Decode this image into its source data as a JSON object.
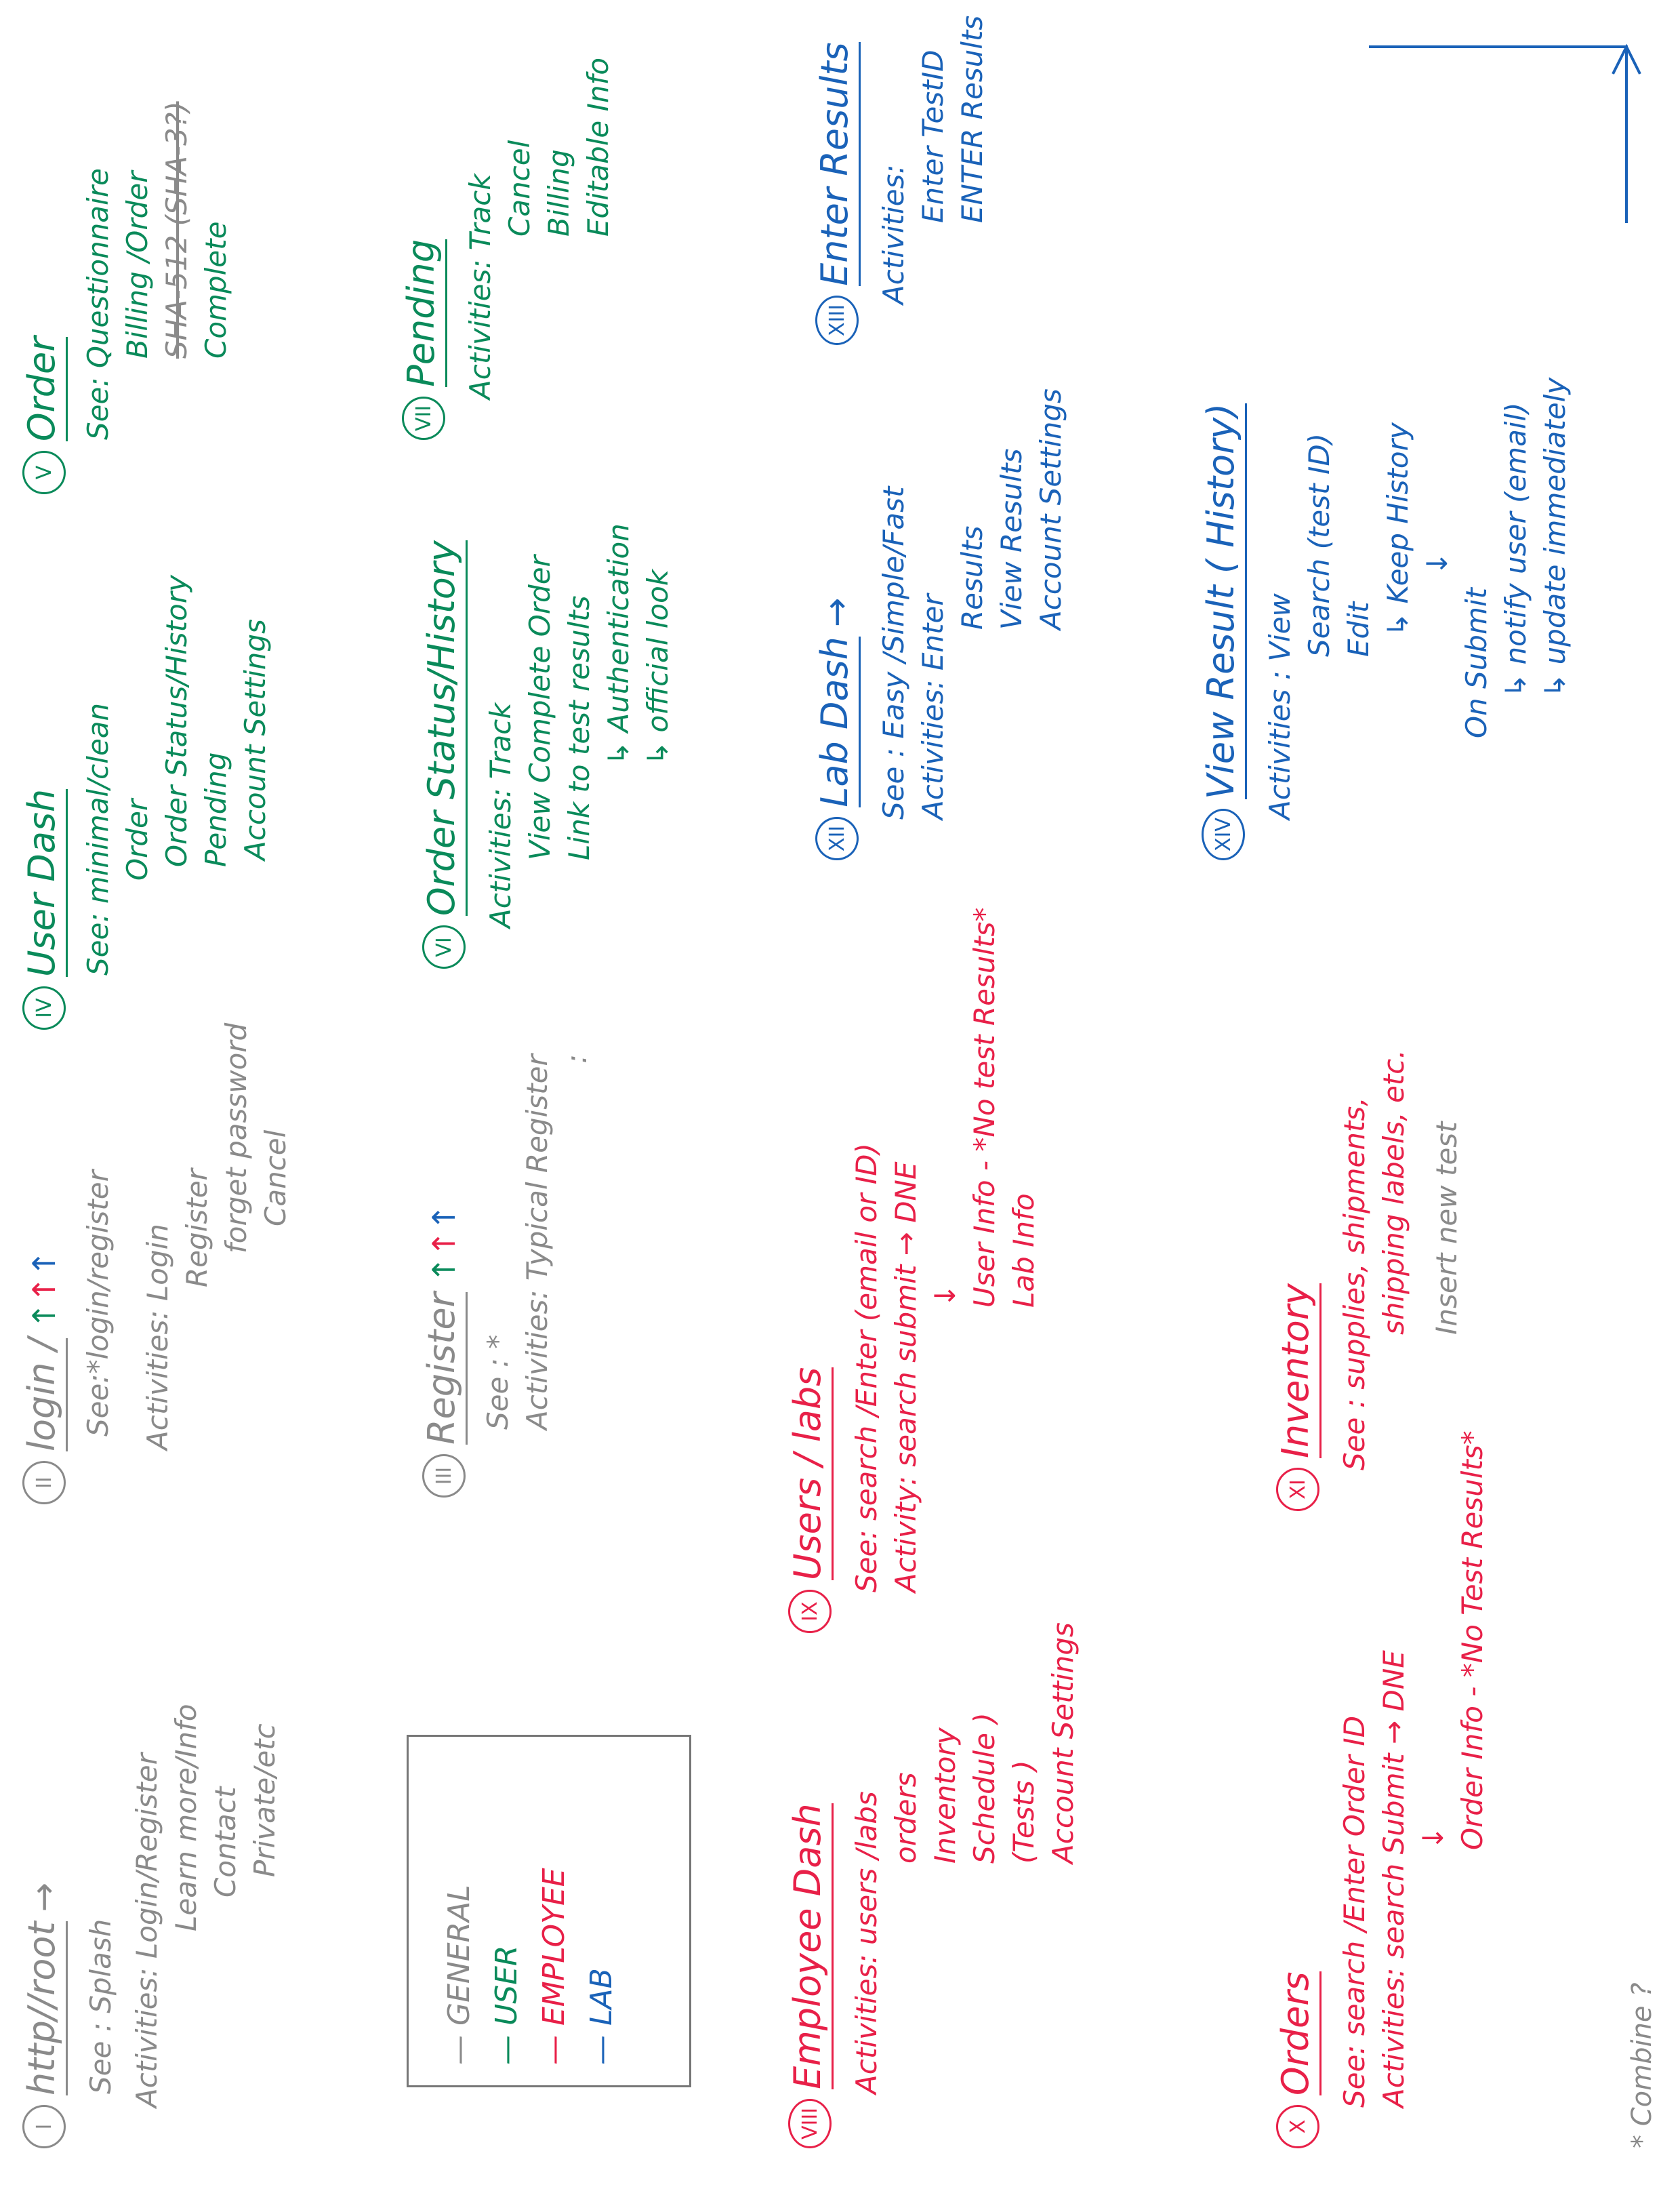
{
  "colors": {
    "general": "#8a8a8a",
    "user": "#0a8a5a",
    "employee": "#e82048",
    "lab": "#1a62b8"
  },
  "legend": {
    "general": "— GENERAL",
    "user": "— USER",
    "employee": "— EMPLOYEE",
    "lab": "— LAB"
  },
  "s1": {
    "num": "I",
    "title": "http//root",
    "arrow": "→",
    "see": "See : Splash",
    "act": "Activities: Login/Register",
    "a2": "Learn more/Info",
    "a3": "Contact",
    "a4": "Private/etc"
  },
  "s2": {
    "num": "II",
    "title": "login /",
    "arrows": [
      "↑",
      "↑",
      "↑"
    ],
    "see": "See:*login/register",
    "act": "Activities: Login",
    "a2": "Register",
    "a3": "forget password",
    "a4": "Cancel"
  },
  "s3": {
    "num": "III",
    "title": "Register",
    "arrows": [
      "↑",
      "↑",
      "↑"
    ],
    "see": "See : *",
    "act": "Activities: Typical Register",
    "dots": ":"
  },
  "s4": {
    "num": "IV",
    "title": "User Dash",
    "see": "See: minimal/clean",
    "i1": "Order",
    "i2": "Order Status/History",
    "i3": "Pending",
    "i4": "Account Settings"
  },
  "s5": {
    "num": "V",
    "title": "Order",
    "see": "See: Questionnaire",
    "i1": "Billing /Order",
    "i2": "SHA-512 (SHA-3?)",
    "i3": "Complete"
  },
  "s6": {
    "num": "VI",
    "title": "Order Status/History",
    "act": "Activities: Track",
    "i1": "View Complete Order",
    "i2": "Link to test results",
    "i3": "↳ Authentication",
    "i4": "↳ official look"
  },
  "s7": {
    "num": "VII",
    "title": "Pending",
    "act": "Activities: Track",
    "i1": "Cancel",
    "i2": "Billing",
    "i3": "Editable Info"
  },
  "s8": {
    "num": "VIII",
    "title": "Employee Dash",
    "act": "Activities: users /labs",
    "i1": "orders",
    "i2": "Inventory",
    "i3": "Schedule )",
    "i4": "(Tests )",
    "i5": "Account Settings"
  },
  "s9": {
    "num": "IX",
    "title": "Users / labs",
    "see": "See: search /Enter (email or ID)",
    "act": "Activity: search submit → DNE",
    "down": "↓",
    "i1": "User Info - *No test Results*",
    "i2": "Lab Info"
  },
  "s10": {
    "num": "X",
    "title": "Orders",
    "see": "See: search /Enter Order ID",
    "act": "Activities: search Submit → DNE",
    "down": "↓",
    "i1": "Order Info - *No Test Results*"
  },
  "s11": {
    "num": "XI",
    "title": "Inventory",
    "see": "See : supplies, shipments,",
    "i1": "shipping labels, etc.",
    "i2": "Insert new test"
  },
  "s12": {
    "num": "XII",
    "title": "Lab Dash",
    "arrow": "→",
    "see": "See : Easy /Simple/Fast",
    "act": "Activities: Enter",
    "i1": "Results",
    "i2": "View Results",
    "i3": "Account Settings"
  },
  "s13": {
    "num": "XIII",
    "title": "Enter Results",
    "act": "Activities:",
    "i1": "Enter TestID",
    "i2": "ENTER Results"
  },
  "s14": {
    "num": "XIV",
    "title": "View Result ( History)",
    "act": "Activities : View",
    "i1": "Search (test ID)",
    "i2": "Edit",
    "i3": "↳ Keep History",
    "down": "↓",
    "i4": "On Submit",
    "i5": "↳ notify user (email)",
    "i6": "↳ update immediately"
  },
  "footnote": "* Combine ?"
}
